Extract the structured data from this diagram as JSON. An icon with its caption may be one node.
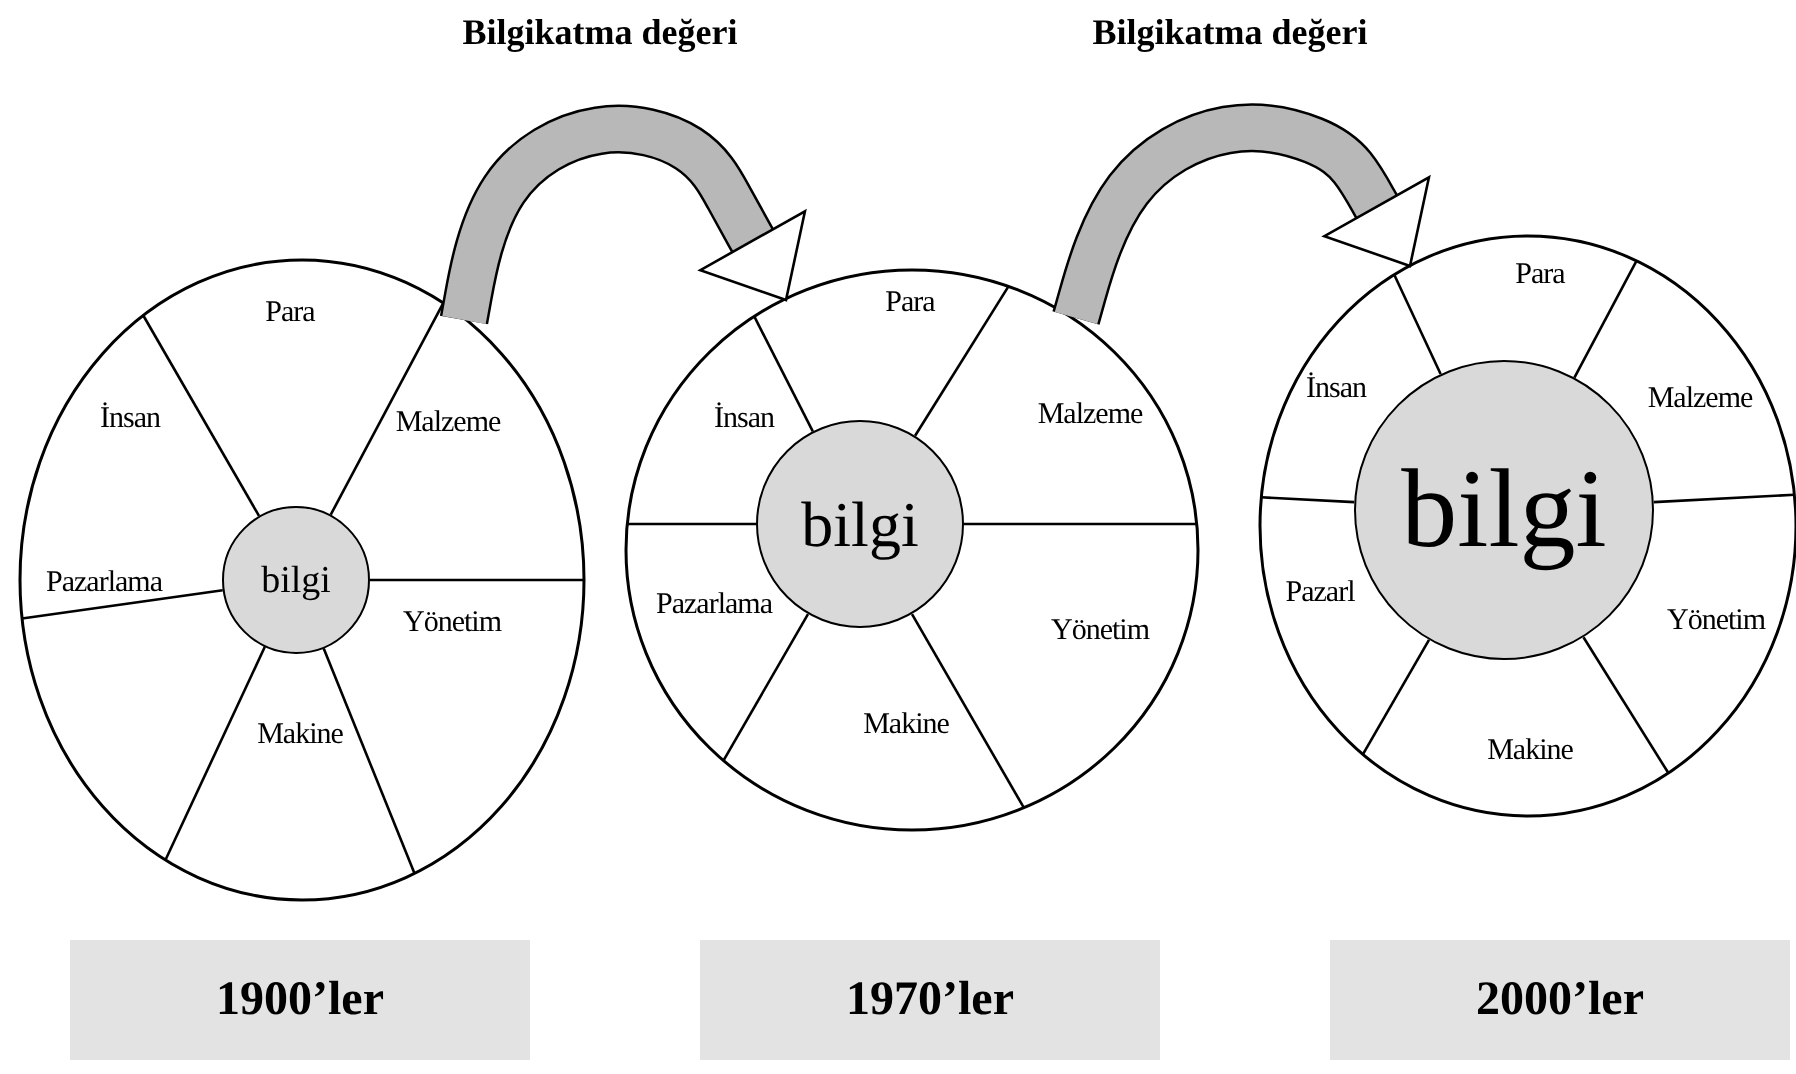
{
  "diagram": {
    "nodes": [
      {
        "text": [],
        "shape": "circle"
      },
      {
        "text": [
          "Para"
        ],
        "in": 0
      },
      {
        "text": [
          "İnsan"
        ],
        "in": 0
      },
      {
        "text": [
          "Malzeme"
        ],
        "in": 0
      },
      {
        "text": [
          "Pazarlama"
        ],
        "in": 0
      },
      {
        "text": [
          "Yönetim"
        ],
        "in": 0
      },
      {
        "text": [
          "Makine"
        ],
        "in": 0
      },
      {
        "text": [
          "bilgi"
        ],
        "in": 0
      },
      {
        "text": [],
        "shape": "circle"
      },
      {
        "text": [
          "Para"
        ],
        "in": 8
      },
      {
        "text": [
          "İnsan"
        ],
        "in": 8
      },
      {
        "text": [
          "Malzeme"
        ],
        "in": 8
      },
      {
        "text": [
          "Pazarlama"
        ],
        "in": 8
      },
      {
        "text": [
          "Yönetim"
        ],
        "in": 8
      },
      {
        "text": [
          "Makine"
        ],
        "in": 8
      },
      {
        "text": [
          "bilgi"
        ],
        "in": 8
      },
      {
        "text": [],
        "shape": "circle"
      },
      {
        "text": [
          "Para"
        ],
        "in": 16
      },
      {
        "text": [
          "İnsan"
        ],
        "in": 16
      },
      {
        "text": [
          "Malzeme"
        ],
        "in": 16
      },
      {
        "text": [
          "Pazarl"
        ],
        "in": 16
      },
      {
        "text": [
          "Yönetim"
        ],
        "in": 16
      },
      {
        "text": [
          "Makine"
        ],
        "in": 16
      },
      {
        "text": [
          "bilgi"
        ],
        "in": 16
      },
      {
        "text": [
          "1900’ler"
        ]
      },
      {
        "text": [
          "1970’ler"
        ]
      },
      {
        "text": [
          "2000’ler"
        ]
      }
    ],
    "edges": [
      {
        "from": 0,
        "to": 8,
        "arrow": "to",
        "label": "Bilgikatma değeri"
      },
      {
        "from": 8,
        "to": 16,
        "arrow": "to",
        "label": "Bilgikatma değeri"
      }
    ]
  }
}
